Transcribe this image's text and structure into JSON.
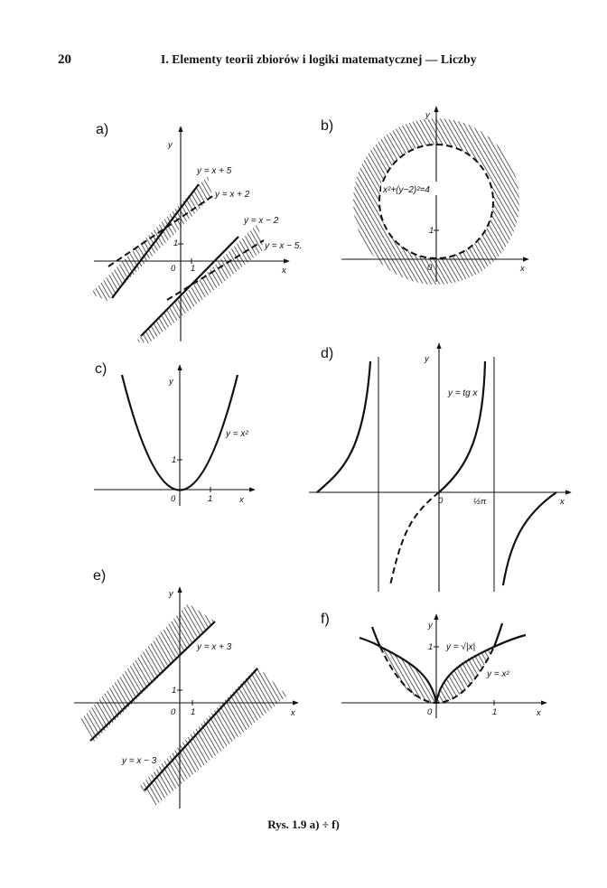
{
  "header": {
    "page_number": "20",
    "running_head": "I. Elementy teorii zbiorów i logiki matematycznej — Liczby"
  },
  "caption": "Rys. 1.9 a) ÷ f)",
  "panels": {
    "a": {
      "letter": "a)",
      "y_axis": "y",
      "x_axis": "x",
      "origin": "0",
      "tick_x": "1",
      "tick_y": "1",
      "line_1": "y = x + 5",
      "line_2": "y = x + 2",
      "line_3": "y = x − 2",
      "line_4": "y = x − 5."
    },
    "b": {
      "letter": "b)",
      "y_axis": "y",
      "x_axis": "x",
      "origin": "0",
      "tick_y": "1",
      "circle_eq": "x²+(y−2)²=4"
    },
    "c": {
      "letter": "c)",
      "y_axis": "y",
      "x_axis": "x",
      "origin": "0",
      "tick_x": "1",
      "tick_y": "1",
      "curve": "y = x²"
    },
    "d": {
      "letter": "d)",
      "y_axis": "y",
      "x_axis": "x",
      "origin": "0",
      "tick_x": "½π",
      "curve": "y = tg x"
    },
    "e": {
      "letter": "e)",
      "y_axis": "y",
      "x_axis": "x",
      "origin": "0",
      "tick_x": "1",
      "tick_y": "1",
      "line_1": "y = x + 3",
      "line_2": "y = x − 3"
    },
    "f": {
      "letter": "f)",
      "y_axis": "y",
      "x_axis": "x",
      "origin": "0",
      "tick_x": "1",
      "tick_y": "1",
      "curve_1": "y = √|x|",
      "curve_2": "y = x²"
    }
  }
}
